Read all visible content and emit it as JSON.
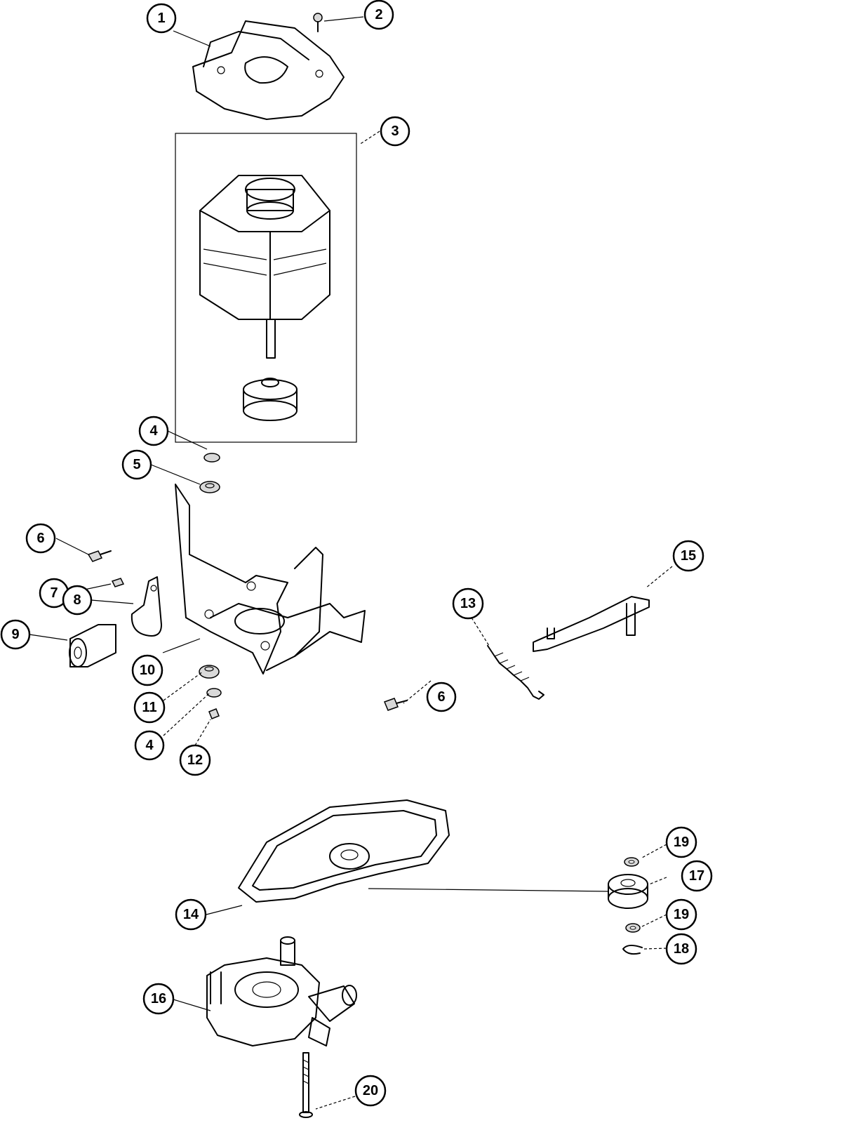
{
  "callouts": {
    "c1": "1",
    "c2": "2",
    "c3": "3",
    "c4a": "4",
    "c5": "5",
    "c6a": "6",
    "c7": "7",
    "c8": "8",
    "c9": "9",
    "c10": "10",
    "c11": "11",
    "c4b": "4",
    "c12": "12",
    "c13": "13",
    "c15": "15",
    "c6b": "6",
    "c19a": "19",
    "c17": "17",
    "c19b": "19",
    "c18": "18",
    "c14": "14",
    "c16": "16",
    "c20": "20"
  }
}
